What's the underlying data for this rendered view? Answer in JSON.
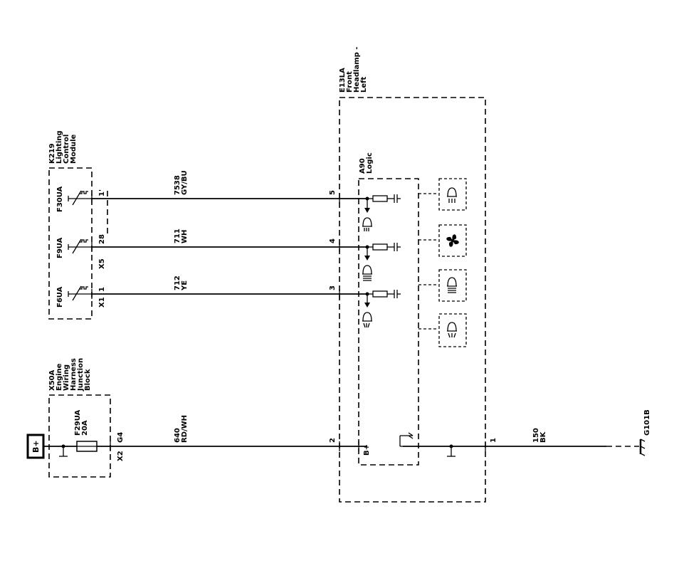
{
  "power": {
    "label": "B+"
  },
  "modules": {
    "k219": {
      "name": "K219\nLighting\nControl\nModule"
    },
    "x50a": {
      "name": "X50A\nEngine\nWiring\nHarness\nJunction\nBlock"
    },
    "e13la": {
      "name": "E13LA\nFront\nHeadlamp -\nLeft"
    },
    "a90": {
      "name": "A90\nLogic"
    }
  },
  "fuses": {
    "f30ua": "F30UA",
    "f9ua": "F9UA",
    "f6ua": "F6UA",
    "f29ua": "F29UA\n20A"
  },
  "connectors": {
    "k219_c1": "1'",
    "x5": "X5",
    "x5_pin": "28",
    "x1": "X1",
    "x1_pin": "1",
    "x2": "X2",
    "g4": "G4"
  },
  "circuits": [
    {
      "number": "7538",
      "color": "GY/BU",
      "pin": "5"
    },
    {
      "number": "711",
      "color": "WH",
      "pin": "4"
    },
    {
      "number": "712",
      "color": "YE",
      "pin": "3"
    },
    {
      "number": "640",
      "color": "RD/WH",
      "pin": "2"
    }
  ],
  "a90_bplus": "B+",
  "ground": {
    "pin": "1",
    "number": "150",
    "color": "BK",
    "name": "G101B"
  }
}
